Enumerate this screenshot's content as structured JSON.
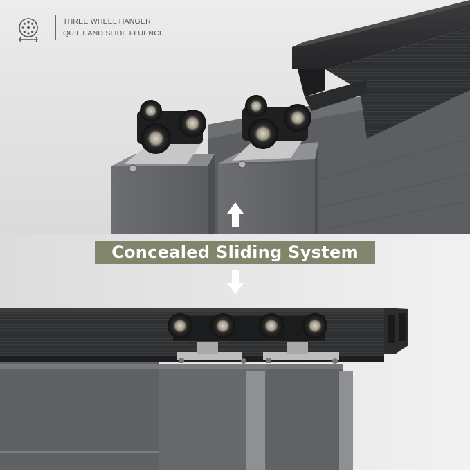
{
  "feature": {
    "icon": "wheel-hanger-icon",
    "line1": "THREE WHEEL HANGER",
    "line2": "QUIET AND SLIDE FLUENCE"
  },
  "banner": {
    "text": "Concealed Sliding System"
  },
  "arrows": {
    "up": "arrow-up-icon",
    "down": "arrow-down-icon"
  },
  "colors": {
    "banner_bg": "#7f866b",
    "track": "#2e2f31",
    "panel": "#616366",
    "background": "#e9e9e9"
  }
}
